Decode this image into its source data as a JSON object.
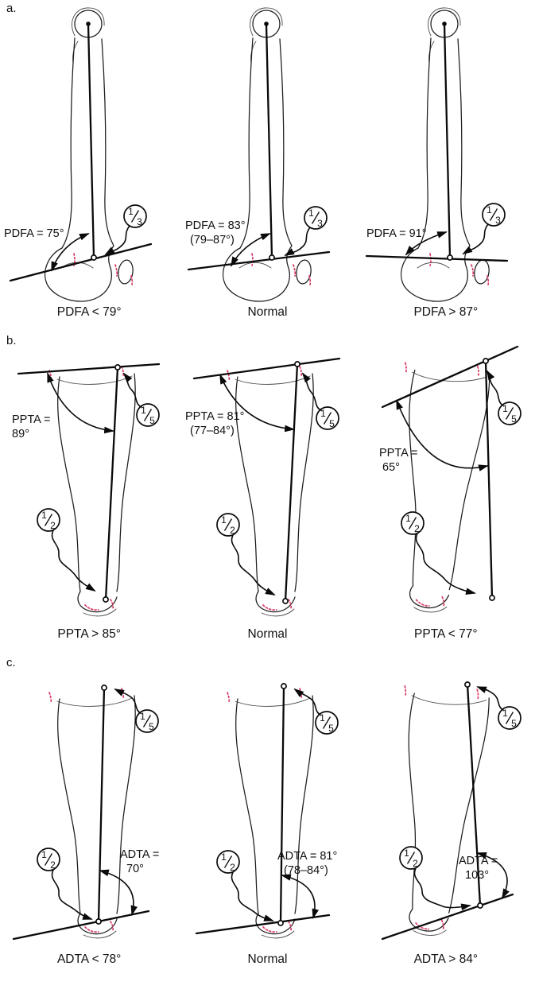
{
  "rows": [
    {
      "label": "a.",
      "panels": [
        {
          "angle_lines": [
            "PDFA = 75°"
          ],
          "fractions": [
            {
              "num": "1",
              "den": "3"
            }
          ],
          "caption": "PDFA < 79°"
        },
        {
          "angle_lines": [
            "PDFA = 83°",
            "(79–87°)"
          ],
          "fractions": [
            {
              "num": "1",
              "den": "3"
            }
          ],
          "caption": "Normal"
        },
        {
          "angle_lines": [
            "PDFA = 91°"
          ],
          "fractions": [
            {
              "num": "1",
              "den": "3"
            }
          ],
          "caption": "PDFA > 87°"
        }
      ]
    },
    {
      "label": "b.",
      "panels": [
        {
          "angle_lines": [
            "PPTA =",
            "89°"
          ],
          "fractions": [
            {
              "num": "1",
              "den": "5"
            },
            {
              "num": "1",
              "den": "2"
            }
          ],
          "caption": "PPTA > 85°"
        },
        {
          "angle_lines": [
            "PPTA = 81°",
            "(77–84°)"
          ],
          "fractions": [
            {
              "num": "1",
              "den": "5"
            },
            {
              "num": "1",
              "den": "2"
            }
          ],
          "caption": "Normal"
        },
        {
          "angle_lines": [
            "PPTA =",
            "65°"
          ],
          "fractions": [
            {
              "num": "1",
              "den": "5"
            },
            {
              "num": "1",
              "den": "2"
            }
          ],
          "caption": "PPTA < 77°"
        }
      ]
    },
    {
      "label": "c.",
      "panels": [
        {
          "angle_lines": [
            "ADTA =",
            "70°"
          ],
          "fractions": [
            {
              "num": "1",
              "den": "5"
            },
            {
              "num": "1",
              "den": "2"
            }
          ],
          "caption": "ADTA < 78°"
        },
        {
          "angle_lines": [
            "ADTA = 81°",
            "(78–84°)"
          ],
          "fractions": [
            {
              "num": "1",
              "den": "5"
            },
            {
              "num": "1",
              "den": "2"
            }
          ],
          "caption": "Normal"
        },
        {
          "angle_lines": [
            "ADTA =",
            "103°"
          ],
          "fractions": [
            {
              "num": "1",
              "den": "5"
            },
            {
              "num": "1",
              "den": "2"
            }
          ],
          "caption": "ADTA > 84°"
        }
      ]
    }
  ],
  "colors": {
    "ink": "#0a0a0a",
    "growth_plate_red": "#d93a63"
  }
}
